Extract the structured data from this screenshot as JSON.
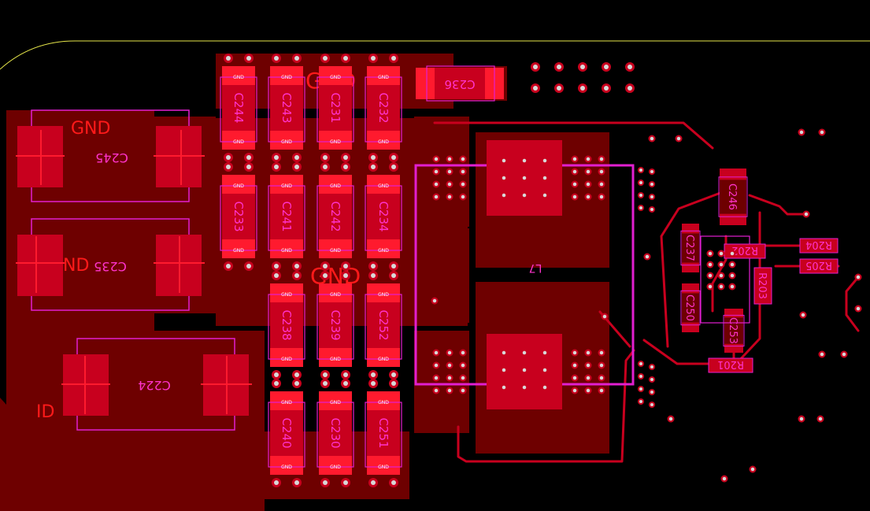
{
  "view": {
    "title": "PCB layout canvas (top copper + silkscreen)",
    "colors": {
      "background": "#000000",
      "copper": "#c8001e",
      "copper_bright": "#ff1a2e",
      "copper_dark": "#5a0000",
      "region": "#6e0000",
      "silkscreen": "#e21fd0",
      "board_edge": "#e6e64a",
      "via_ring": "#c8001e",
      "via_hole": "#d8d8d8"
    }
  },
  "net_labels": {
    "gnd_left": "GND",
    "gnd_top": "GND",
    "gnd_center": "GND",
    "gnd_partial_1": "ND",
    "gnd_partial_2": "ID"
  },
  "pad_net": "GND",
  "components": {
    "capacitors_large": [
      {
        "ref": "C245"
      },
      {
        "ref": "C235"
      },
      {
        "ref": "C224"
      }
    ],
    "capacitors_small": [
      {
        "ref": "C244"
      },
      {
        "ref": "C243"
      },
      {
        "ref": "C231"
      },
      {
        "ref": "C232"
      },
      {
        "ref": "C236"
      },
      {
        "ref": "C233"
      },
      {
        "ref": "C241"
      },
      {
        "ref": "C242"
      },
      {
        "ref": "C234"
      },
      {
        "ref": "C238"
      },
      {
        "ref": "C239"
      },
      {
        "ref": "C252"
      },
      {
        "ref": "C240"
      },
      {
        "ref": "C230"
      },
      {
        "ref": "C251"
      },
      {
        "ref": "C246"
      },
      {
        "ref": "C237"
      },
      {
        "ref": "C250"
      },
      {
        "ref": "C253"
      }
    ],
    "inductor": {
      "ref": "L7"
    },
    "resistors": [
      {
        "ref": "R204"
      },
      {
        "ref": "R205"
      },
      {
        "ref": "R201"
      },
      {
        "ref": "R203"
      },
      {
        "ref": "R202"
      }
    ]
  }
}
